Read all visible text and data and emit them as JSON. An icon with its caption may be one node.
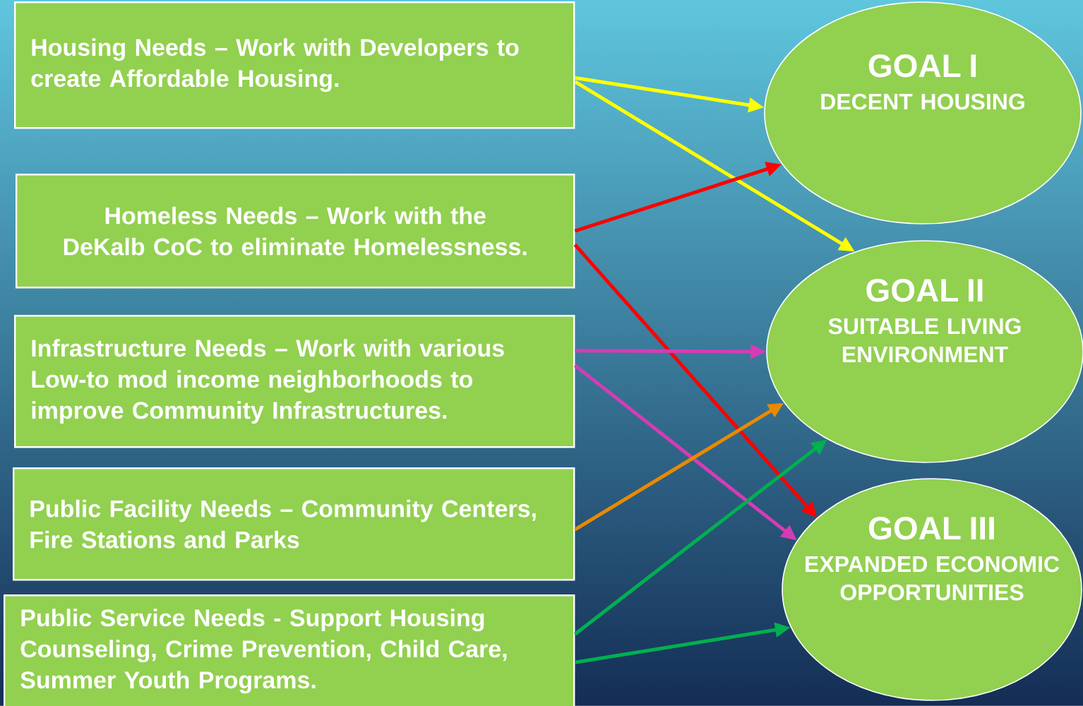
{
  "diagram": {
    "nodes": [
      {
        "text": [
          "Housing Needs – Work with Developers to create Affordable Housing."
        ]
      },
      {
        "text": [
          "Homeless Needs – Work with the DeKalb CoC to eliminate Homelessness."
        ]
      },
      {
        "text": [
          "Infrastructure Needs – Work with various Low-to mod income neighborhoods to improve Community Infrastructures."
        ]
      },
      {
        "text": [
          "Public Facility Needs – Community Centers, Fire Stations and Parks"
        ]
      },
      {
        "text": [
          "Public Service Needs - Support Housing Counseling, Crime Prevention, Child Care, Summer Youth Programs."
        ]
      },
      {
        "text": [
          "GOAL I",
          "DECENT HOUSING"
        ]
      },
      {
        "text": [
          "GOAL II",
          "SUITABLE LIVING ENVIRONMENT"
        ]
      },
      {
        "text": [
          "GOAL III",
          "EXPANDED ECONOMIC OPPORTUNITIES"
        ]
      }
    ],
    "edges": [
      {
        "from": 0,
        "to": 5,
        "arrow": "to",
        "color": "#ffff00"
      },
      {
        "from": 0,
        "to": 6,
        "arrow": "to",
        "color": "#ffff00"
      },
      {
        "from": 1,
        "to": 5,
        "arrow": "to",
        "color": "#ff0000"
      },
      {
        "from": 1,
        "to": 7,
        "arrow": "to",
        "color": "#ff0000"
      },
      {
        "from": 2,
        "to": 6,
        "arrow": "to",
        "color": "#d63cb4"
      },
      {
        "from": 2,
        "to": 7,
        "arrow": "to",
        "color": "#d63cb4"
      },
      {
        "from": 3,
        "to": 6,
        "arrow": "to",
        "color": "#e88a00"
      },
      {
        "from": 4,
        "to": 6,
        "arrow": "to",
        "color": "#00b050"
      },
      {
        "from": 4,
        "to": 7,
        "arrow": "to",
        "color": "#00b050"
      }
    ]
  }
}
